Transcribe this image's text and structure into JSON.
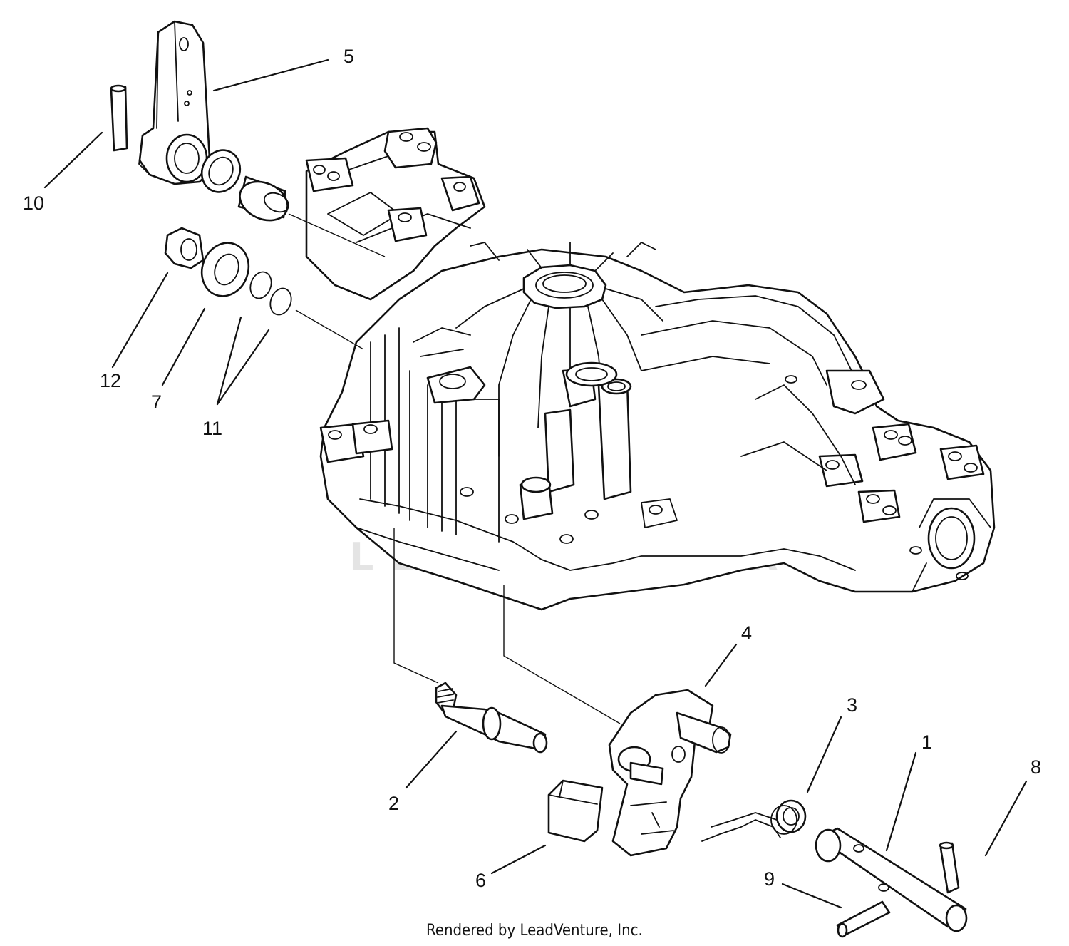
{
  "diagram": {
    "callouts": [
      "1",
      "2",
      "3",
      "4",
      "5",
      "6",
      "7",
      "8",
      "9",
      "10",
      "11",
      "12"
    ],
    "watermark": "LEADVENTURE",
    "footer": "Rendered by LeadVenture, Inc."
  }
}
